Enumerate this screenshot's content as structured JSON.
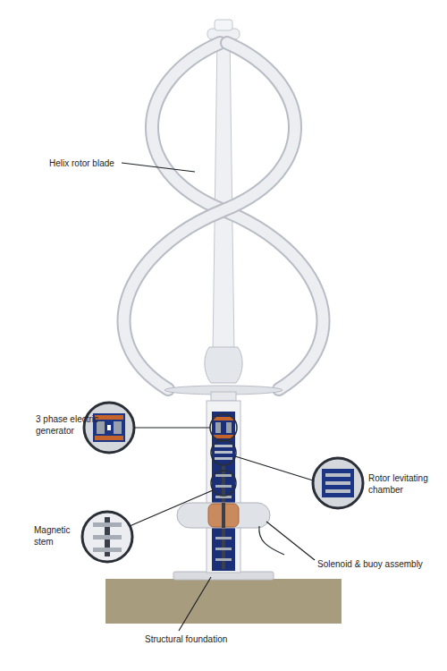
{
  "diagram": {
    "labels": [
      "Helix rotor blade",
      "3 phase electric generator",
      "Rotor levitating chamber",
      "Magnetic stem",
      "Solenoid & buoy assembly",
      "Structural foundation"
    ]
  }
}
